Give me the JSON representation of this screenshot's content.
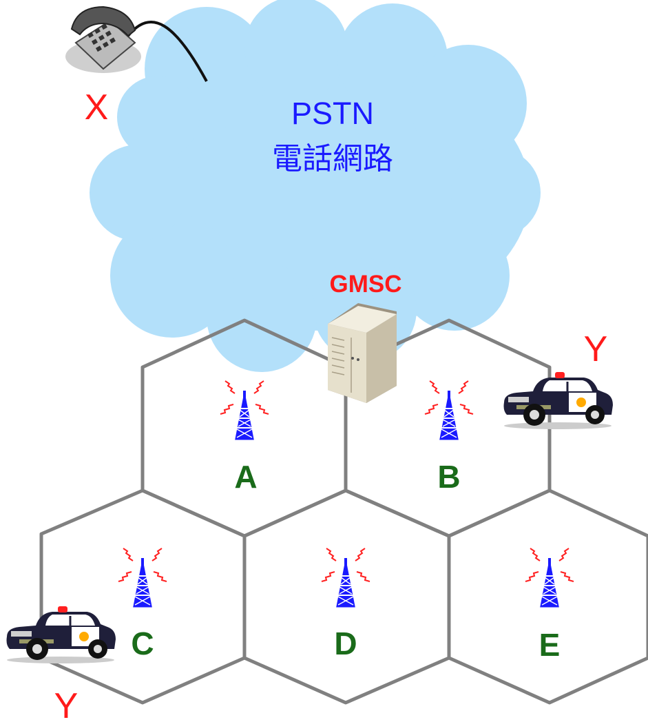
{
  "network": {
    "pstn_label": "PSTN",
    "pstn_subtitle": "電話網路",
    "gmsc_label": "GMSC"
  },
  "caller": {
    "label": "X"
  },
  "mobile": {
    "label_at_b": "Y",
    "label_at_c": "Y"
  },
  "cells": [
    {
      "id": "A",
      "label": "A"
    },
    {
      "id": "B",
      "label": "B"
    },
    {
      "id": "C",
      "label": "C"
    },
    {
      "id": "D",
      "label": "D"
    },
    {
      "id": "E",
      "label": "E"
    }
  ],
  "colors": {
    "cloud": "#b3e0fa",
    "cell_border": "#808080",
    "cell_label": "#1a6b1a",
    "tower": "#1a1aff",
    "signal": "#ff2020",
    "pstn_text": "#1a1aff",
    "gmsc_text": "#ff1a1a",
    "xy_text": "#ff1a1a"
  }
}
